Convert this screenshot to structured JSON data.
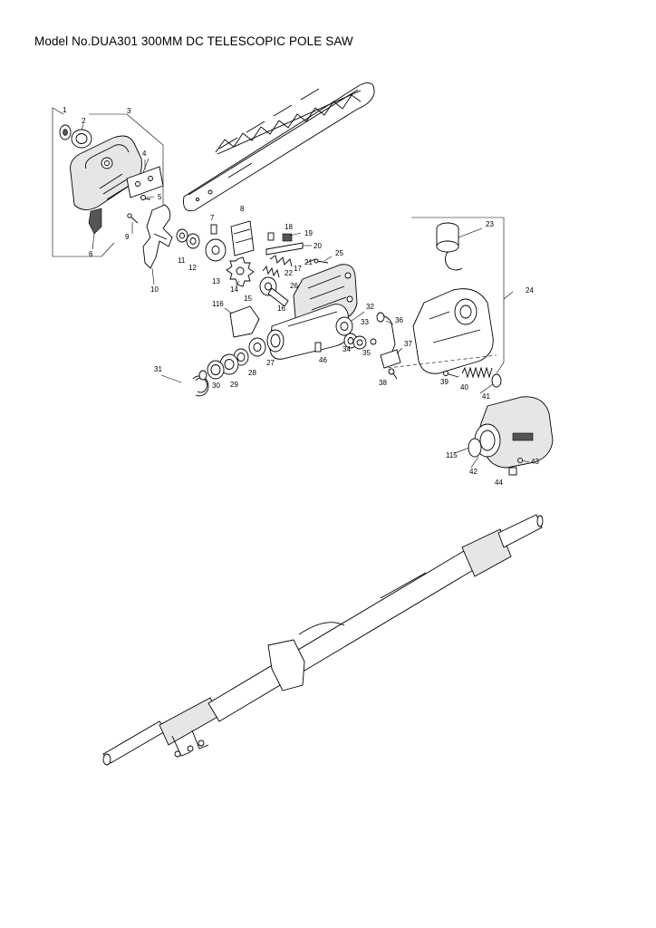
{
  "title": "Model No.DUA301 300MM DC TELESCOPIC POLE SAW",
  "labels": {
    "l1": "1",
    "l2": "2",
    "l3": "3",
    "l4": "4",
    "l5": "5",
    "l6": "6",
    "l7": "7",
    "l8": "8",
    "l9": "9",
    "l10": "10",
    "l11": "11",
    "l12": "12",
    "l13": "13",
    "l14": "14",
    "l15": "15",
    "l16": "16",
    "l17": "17",
    "l18": "18",
    "l19": "19",
    "l20": "20",
    "l21": "21",
    "l22": "22",
    "l23": "23",
    "l24": "24",
    "l25": "25",
    "l26": "26",
    "l27": "27",
    "l28": "28",
    "l29": "29",
    "l30": "30",
    "l31": "31",
    "l32": "32",
    "l33": "33",
    "l34": "34",
    "l35": "35",
    "l36": "36",
    "l37": "37",
    "l38": "38",
    "l39": "39",
    "l40": "40",
    "l41": "41",
    "l42": "42",
    "l43": "43",
    "l44": "44",
    "l46": "46",
    "l115": "115",
    "l116": "116"
  }
}
